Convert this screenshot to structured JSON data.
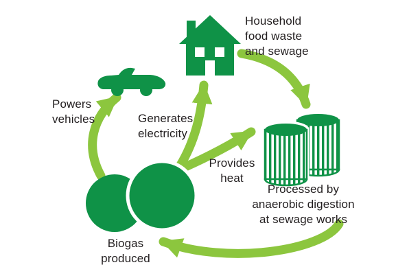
{
  "colors": {
    "icon_green": "#0f9247",
    "arrow_green": "#8cc63e",
    "text": "#231f20",
    "background": "#ffffff"
  },
  "nodes": {
    "household": {
      "label": "Household\nfood waste\nand sewage"
    },
    "digester": {
      "label": "Processed by\nanaerobic digestion\nat sewage works"
    },
    "biogas": {
      "label": "Biogas\nproduced"
    },
    "vehicles": {
      "label": "Powers\nvehicles"
    },
    "electricity": {
      "label": "Generates\nelectricity"
    },
    "heat": {
      "label": "Provides\nheat"
    }
  },
  "icons": [
    "house-icon",
    "car-icon",
    "digester-tanks-icon",
    "biogas-circles-icon"
  ],
  "flows": [
    {
      "from": "household",
      "to": "digester"
    },
    {
      "from": "digester",
      "to": "biogas"
    },
    {
      "from": "biogas",
      "to": "vehicles"
    },
    {
      "from": "biogas",
      "to": "household-electricity"
    },
    {
      "from": "biogas",
      "to": "heat"
    }
  ]
}
